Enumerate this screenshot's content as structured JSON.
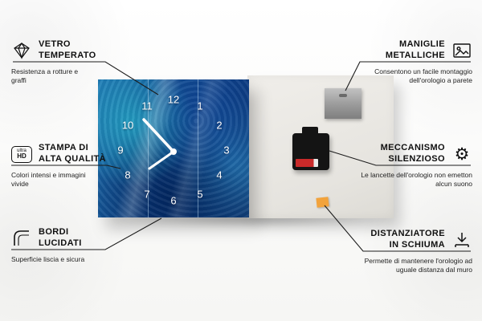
{
  "clock": {
    "numbers": [
      "12",
      "1",
      "2",
      "3",
      "4",
      "5",
      "6",
      "7",
      "8",
      "9",
      "10",
      "11"
    ]
  },
  "callouts": [
    {
      "id": "vetro-temperato",
      "icon": "diamond-icon",
      "title_lines": [
        "VETRO",
        "TEMPERATO"
      ],
      "subtitle": "Resistenza a rotture e graffi"
    },
    {
      "id": "stampa-di-alta-qualita",
      "icon": "ultra-hd-icon",
      "icon_text_lines": [
        "ultra",
        "HD"
      ],
      "title_lines": [
        "STAMPA DI",
        "ALTA QUALITÀ"
      ],
      "subtitle": "Colori intensi e immagini vivide"
    },
    {
      "id": "bordi-lucidati",
      "icon": "rounded-corner-icon",
      "title_lines": [
        "BORDI",
        "LUCIDATI"
      ],
      "subtitle": "Superficie liscia e sicura"
    },
    {
      "id": "maniglie-metalliche",
      "icon": "picture-frame-icon",
      "title_lines": [
        "MANIGLIE",
        "METALLICHE"
      ],
      "subtitle": "Consentono un facile montaggio dell'orologio a parete"
    },
    {
      "id": "meccanismo-silenzioso",
      "icon": "gear-icon",
      "icon_glyph": "⚙",
      "title_lines": [
        "MECCANISMO",
        "SILENZIOSO"
      ],
      "subtitle": "Le lancette dell'orologio non emetton alcun suono"
    },
    {
      "id": "distanziatore-in-schiuma",
      "icon": "foam-spacer-icon",
      "title_lines": [
        "DISTANZIATORE",
        "IN SCHIUMA"
      ],
      "subtitle": "Permette di mantenere l'orologio ad uguale distanza dal muro"
    }
  ],
  "colors": {
    "clock_blue": "#15508f",
    "foam_orange": "#f2a33c",
    "battery_red": "#c92a2a",
    "line_black": "#1c1c1c",
    "back_panel_gray": "#e8e6e1"
  }
}
